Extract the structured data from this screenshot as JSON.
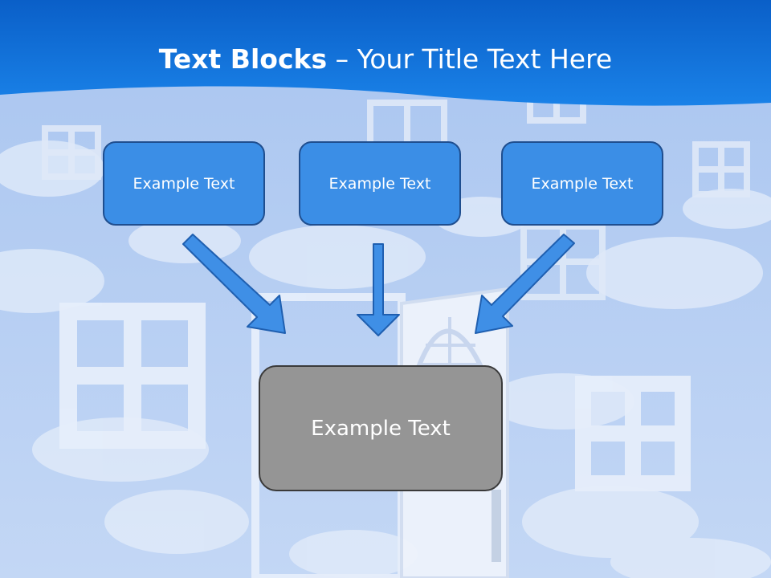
{
  "slide": {
    "title_bold": "Text Blocks",
    "title_dash": " – ",
    "title_rest": "Your Title Text Here"
  },
  "blocks": [
    {
      "label": "Example Text"
    },
    {
      "label": "Example Text"
    },
    {
      "label": "Example Text"
    }
  ],
  "result_block": {
    "label": "Example Text"
  },
  "colors": {
    "header_blue": "#0c6fd9",
    "sky": "#b7cff2",
    "block_fill": "#3b8ee6",
    "block_border": "#1f4e8f",
    "result_fill": "#959595",
    "result_border": "#3a3a3a",
    "arrow_fill": "#3f8fe6",
    "arrow_stroke": "#1f5fb0"
  },
  "icons": [
    "window-icon",
    "door-icon",
    "cloud-icon",
    "arrow-down-right-icon",
    "arrow-down-icon",
    "arrow-down-left-icon"
  ]
}
